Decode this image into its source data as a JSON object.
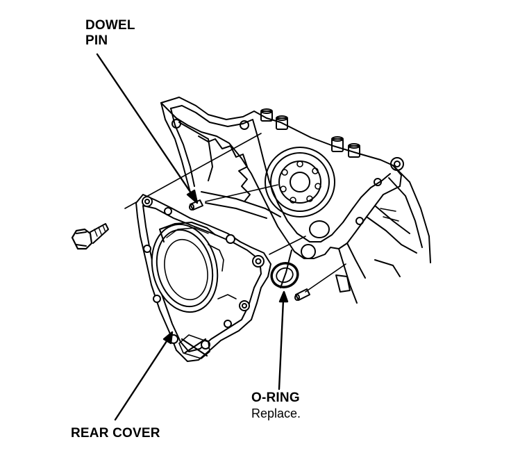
{
  "labels": {
    "dowel_pin": {
      "line1": "DOWEL",
      "line2": "PIN"
    },
    "o_ring": {
      "title": "O-RING",
      "note": "Replace."
    },
    "rear_cover": "REAR COVER"
  },
  "colors": {
    "ink": "#000000",
    "background": "#ffffff"
  }
}
